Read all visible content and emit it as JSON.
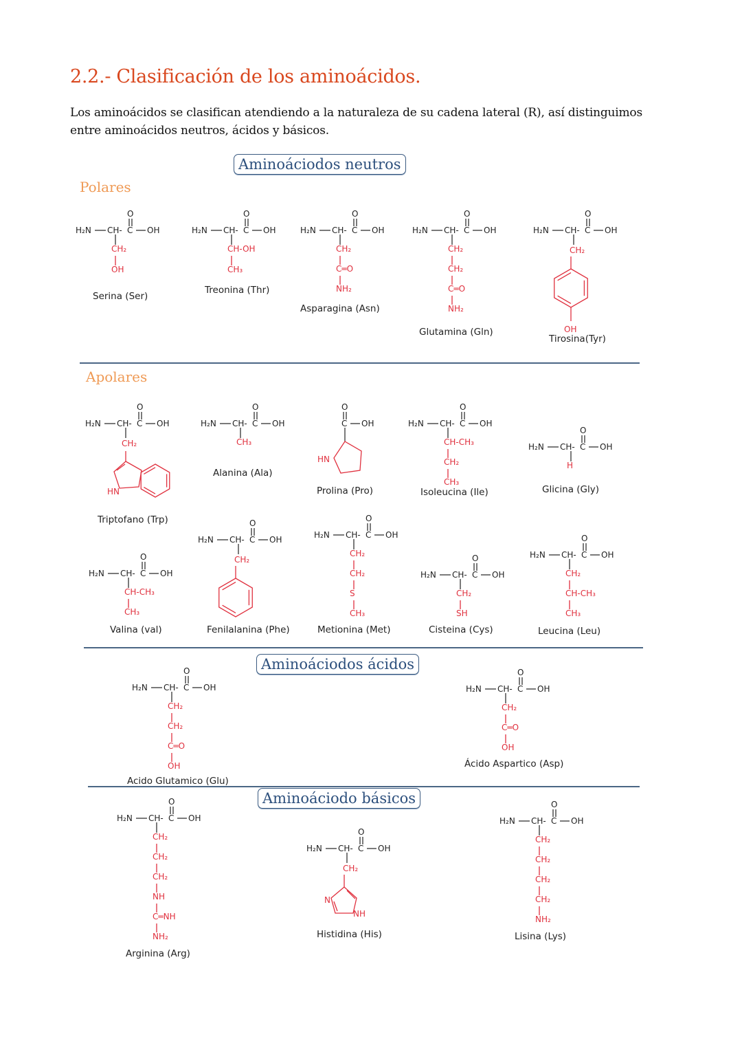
{
  "section": {
    "title": "2.2.- Clasificación de los aminoácidos.",
    "intro": "Los aminoácidos se clasifican atendiendo a la naturaleza de su cadena lateral (R), así distinguimos entre aminoácidos neutros, ácidos y básicos."
  },
  "colors": {
    "title": "#d9481f",
    "subheading": "#ef9a55",
    "group_box": "#2c4f7c",
    "side_chain": "#e0303e",
    "backbone": "#222222",
    "divider": "#4a6685"
  },
  "backbone": {
    "h2n": "H₂N",
    "ch": "CH",
    "c": "C",
    "o": "O",
    "oh": "OH"
  },
  "groups": {
    "neutros": {
      "title": "Aminoáciodos neutros",
      "polares": {
        "heading": "Polares",
        "items": [
          {
            "name": "Serina (Ser)",
            "side_chain": [
              "CH₂",
              "OH"
            ]
          },
          {
            "name": "Treonina (Thr)",
            "side_chain": [
              "CH-OH",
              "CH₃"
            ]
          },
          {
            "name": "Asparagina (Asn)",
            "side_chain": [
              "CH₂",
              "C=O",
              "NH₂"
            ]
          },
          {
            "name": "Glutamina (Gln)",
            "side_chain": [
              "CH₂",
              "CH₂",
              "C=O",
              "NH₂"
            ]
          },
          {
            "name": "Tirosina(Tyr)",
            "side_chain": [
              "CH₂",
              "phenol-ring",
              "OH"
            ]
          }
        ]
      },
      "apolares": {
        "heading": "Apolares",
        "items": [
          {
            "name": "Triptofano (Trp)",
            "side_chain": [
              "CH₂",
              "indole-ring",
              "HN"
            ]
          },
          {
            "name": "Alanina (Ala)",
            "side_chain": [
              "CH₃"
            ]
          },
          {
            "name": "Prolina (Pro)",
            "side_chain": [
              "pyrrolidine-ring",
              "HN"
            ]
          },
          {
            "name": "Isoleucina (Ile)",
            "side_chain": [
              "CH-CH₃",
              "CH₂",
              "CH₃"
            ]
          },
          {
            "name": "Glicina (Gly)",
            "side_chain": [
              "H"
            ]
          },
          {
            "name": "Valina (val)",
            "side_chain": [
              "CH-CH₃",
              "CH₃"
            ]
          },
          {
            "name": "Fenilalanina (Phe)",
            "side_chain": [
              "CH₂",
              "benzene-ring"
            ]
          },
          {
            "name": "Metionina (Met)",
            "side_chain": [
              "CH₂",
              "CH₂",
              "S",
              "CH₃"
            ]
          },
          {
            "name": "Cisteina (Cys)",
            "side_chain": [
              "CH₂",
              "SH"
            ]
          },
          {
            "name": "Leucina (Leu)",
            "side_chain": [
              "CH₂",
              "CH-CH₃",
              "CH₃"
            ]
          }
        ]
      }
    },
    "acidos": {
      "title": "Aminoáciodos ácidos",
      "items": [
        {
          "name": "Acido Glutamico (Glu)",
          "side_chain": [
            "CH₂",
            "CH₂",
            "C=O",
            "OH"
          ]
        },
        {
          "name": "Ácido Aspartico (Asp)",
          "side_chain": [
            "CH₂",
            "C=O",
            "OH"
          ]
        }
      ]
    },
    "basicos": {
      "title": "Aminoáciodo básicos",
      "items": [
        {
          "name": "Arginina (Arg)",
          "side_chain": [
            "CH₂",
            "CH₂",
            "CH₂",
            "NH",
            "C=NH",
            "NH₂"
          ]
        },
        {
          "name": "Histidina (His)",
          "side_chain": [
            "CH₂",
            "imidazole-ring",
            "N",
            "NH"
          ]
        },
        {
          "name": "Lisina (Lys)",
          "side_chain": [
            "CH₂",
            "CH₂",
            "CH₂",
            "CH₂",
            "NH₂"
          ]
        }
      ]
    }
  }
}
